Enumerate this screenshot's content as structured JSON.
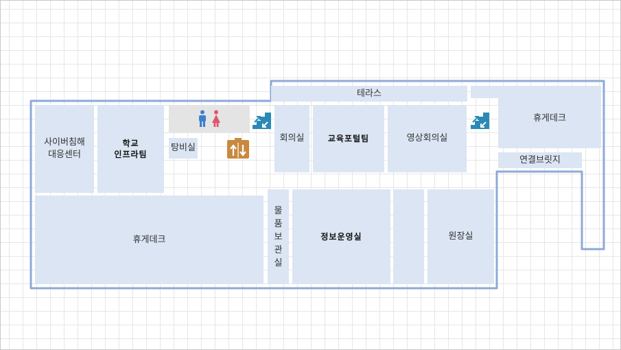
{
  "rooms": {
    "terrace": "테라스",
    "cyber_center": "사이버침해\n대응센터",
    "school_infra": "학교\n인프라팀",
    "shower": "탕비실",
    "meeting": "회의실",
    "edu_portal": "교육포털팀",
    "video_meeting": "영상회의실",
    "rest_deck_right": "휴게데크",
    "bridge": "연결브릿지",
    "rest_deck_left": "휴게데크",
    "storage": "물품보관실",
    "info_ops": "정보운영실",
    "director": "원장실"
  },
  "icons": {
    "restroom": "restroom-icon",
    "elevator": "elevator-icon",
    "stairs": "stairs-icon"
  },
  "colors": {
    "room_fill": "#dbe5f3",
    "outline": "#8ea9d8",
    "restroom_fill": "#e4e4e4",
    "stairs": "#2a8ab5",
    "elevator": "#c8893f",
    "male": "#3d7fcf",
    "female": "#e0556a"
  }
}
